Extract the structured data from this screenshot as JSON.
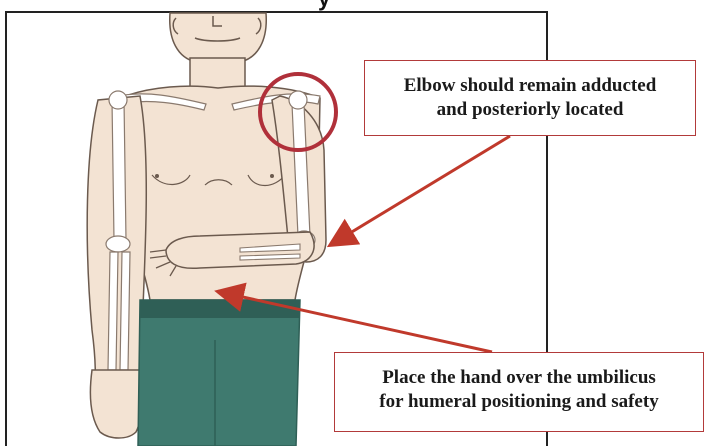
{
  "title_fragment": "y",
  "callouts": {
    "elbow": {
      "line1": "Elbow should remain adducted",
      "line2": "and posteriorly located"
    },
    "hand": {
      "line1": "Place the hand over the umbilicus",
      "line2": "for humeral positioning and safety"
    }
  },
  "colors": {
    "skin": "#f3e3d3",
    "skin_outline": "#6b5a4e",
    "bone": "#ffffff",
    "pants": "#3f7a6f",
    "pants_dark": "#2f5f56",
    "callout_border": "#b23a3a",
    "arrow": "#c0392b",
    "circle": "#b0303a",
    "frame": "#222222"
  }
}
